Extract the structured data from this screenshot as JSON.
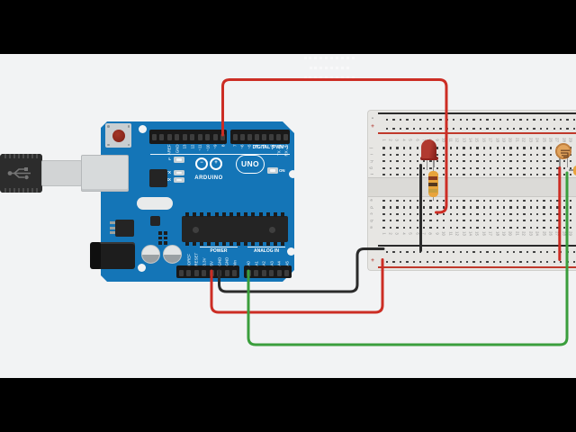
{
  "scene": {
    "background": "#f2f3f4",
    "letterbox_color": "#000000"
  },
  "arduino": {
    "board_color": "#1475b7",
    "labels": {
      "digital_caption": "DIGITAL (PWM~)",
      "brand": "ARDUINO",
      "model": "UNO",
      "on": "ON",
      "power_caption": "POWER",
      "analog_caption": "ANALOG IN",
      "logo_minus": "−",
      "logo_plus": "+"
    },
    "status_leds": [
      {
        "label": "L"
      },
      {
        "label": "TX"
      },
      {
        "label": "RX"
      }
    ],
    "pins": {
      "digital_left": [
        "",
        "",
        "AREF",
        "GND",
        "13",
        "12",
        "~11",
        "~10",
        "~9",
        "8"
      ],
      "digital_right": [
        "7",
        "~6",
        "~5",
        "4",
        "~3",
        "2",
        "TX→1",
        "RX←0"
      ],
      "power": [
        "",
        "IOREF",
        "RESET",
        "3.3V",
        "5V",
        "GND",
        "GND",
        "Vin"
      ],
      "analog": [
        "A0",
        "A1",
        "A2",
        "A3",
        "A4",
        "A5"
      ]
    }
  },
  "breadboard": {
    "columns": 30,
    "row_labels_top": [
      "j",
      "i",
      "h",
      "g",
      "f"
    ],
    "row_labels_bottom": [
      "e",
      "d",
      "c",
      "b",
      "a"
    ],
    "rail_labels": {
      "minus": "-",
      "plus": "+"
    },
    "colors": {
      "body": "#e7e6e3",
      "negative_line": "#2a2a2a",
      "positive_line": "#c0392b",
      "hole": "#3b3b3b"
    }
  },
  "components": {
    "led": {
      "name": "red LED",
      "color": "#a62e26"
    },
    "resistor": {
      "name": "resistor",
      "body_color": "#e8a43c",
      "bands": [
        "#8a3b20",
        "#54381f",
        "#c79e3e"
      ]
    },
    "photoresistor": {
      "name": "photoresistor",
      "body_color": "#e2a45c",
      "ring_color": "#c07f3e"
    },
    "partial_resistor": {
      "body_color": "#e8a43c"
    }
  },
  "wires": {
    "red": "#cc2d24",
    "black": "#2b2b2b",
    "green": "#3a9e3c",
    "connections": [
      {
        "name": "wire-pin8-to-breadboard",
        "color_key": "red"
      },
      {
        "name": "wire-5v-to-positive-rail",
        "color_key": "red"
      },
      {
        "name": "wire-photoresistor-to-positive-rail",
        "color_key": "red"
      },
      {
        "name": "wire-gnd-to-negative-rail",
        "color_key": "black"
      },
      {
        "name": "wire-led-cathode-to-negative-rail",
        "color_key": "black"
      },
      {
        "name": "wire-a0-to-photoresistor",
        "color_key": "green"
      }
    ]
  }
}
